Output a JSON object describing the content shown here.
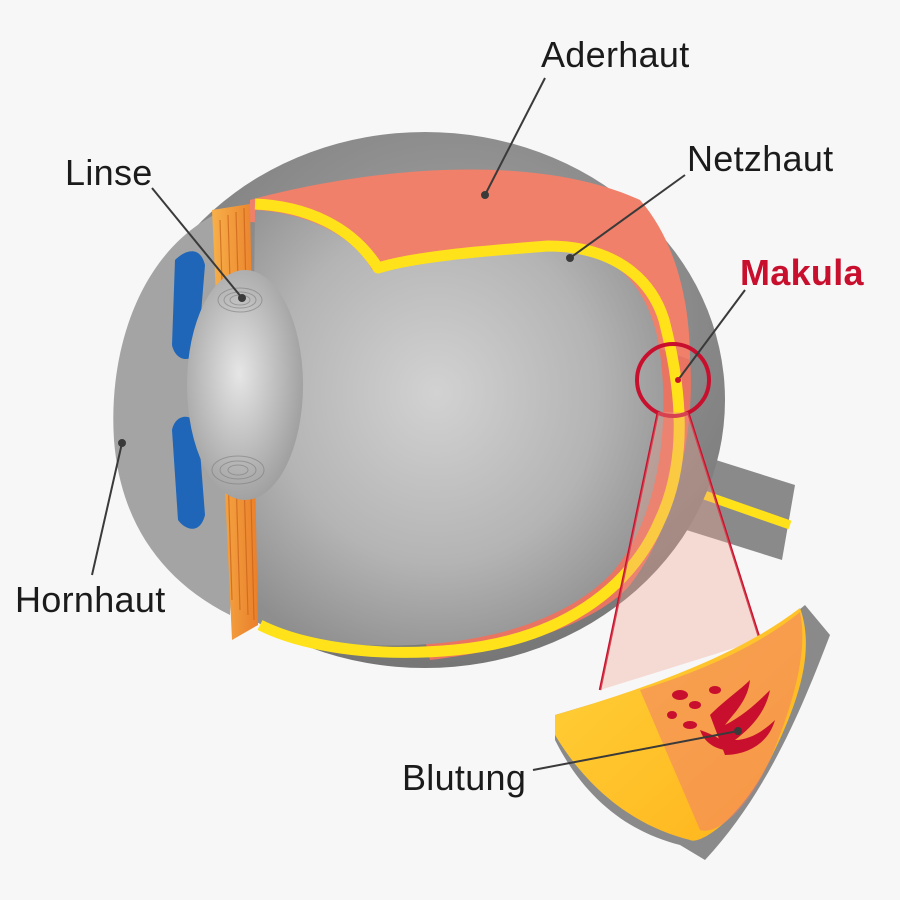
{
  "labels": {
    "aderhaut": "Aderhaut",
    "linse": "Linse",
    "netzhaut": "Netzhaut",
    "makula": "Makula",
    "hornhaut": "Hornhaut",
    "blutung": "Blutung"
  },
  "colors": {
    "background": "#f7f7f7",
    "sclera": "#8f8f8f",
    "interior": "#b9b9b9",
    "choroid": "#f0806a",
    "retina": "#ffe21a",
    "iris": "#1f66b8",
    "ciliary": "#f39a3a",
    "highlight": "#c8102e",
    "leader": "#3a3a3a"
  }
}
